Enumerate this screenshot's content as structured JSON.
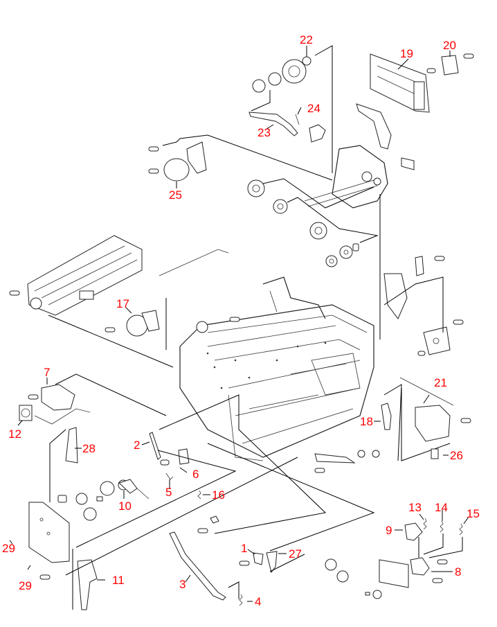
{
  "diagram": {
    "title": "Exploded parts diagram - printer internal chassis assembly",
    "callout_color": "#ff0000",
    "callouts": [
      {
        "id": "c1",
        "label": "1"
      },
      {
        "id": "c2",
        "label": "2"
      },
      {
        "id": "c3",
        "label": "3"
      },
      {
        "id": "c4",
        "label": "4"
      },
      {
        "id": "c5",
        "label": "5"
      },
      {
        "id": "c6",
        "label": "6"
      },
      {
        "id": "c7",
        "label": "7"
      },
      {
        "id": "c8",
        "label": "8"
      },
      {
        "id": "c9",
        "label": "9"
      },
      {
        "id": "c10",
        "label": "10"
      },
      {
        "id": "c11",
        "label": "11"
      },
      {
        "id": "c12",
        "label": "12"
      },
      {
        "id": "c13",
        "label": "13"
      },
      {
        "id": "c14",
        "label": "14"
      },
      {
        "id": "c15",
        "label": "15"
      },
      {
        "id": "c16",
        "label": "16"
      },
      {
        "id": "c17",
        "label": "17"
      },
      {
        "id": "c18",
        "label": "18"
      },
      {
        "id": "c19",
        "label": "19"
      },
      {
        "id": "c20",
        "label": "20"
      },
      {
        "id": "c21",
        "label": "21"
      },
      {
        "id": "c22",
        "label": "22"
      },
      {
        "id": "c23",
        "label": "23"
      },
      {
        "id": "c24",
        "label": "24"
      },
      {
        "id": "c25",
        "label": "25"
      },
      {
        "id": "c26",
        "label": "26"
      },
      {
        "id": "c27",
        "label": "27"
      },
      {
        "id": "c28",
        "label": "28"
      },
      {
        "id": "c29a",
        "label": "29"
      },
      {
        "id": "c29b",
        "label": "29"
      }
    ]
  }
}
